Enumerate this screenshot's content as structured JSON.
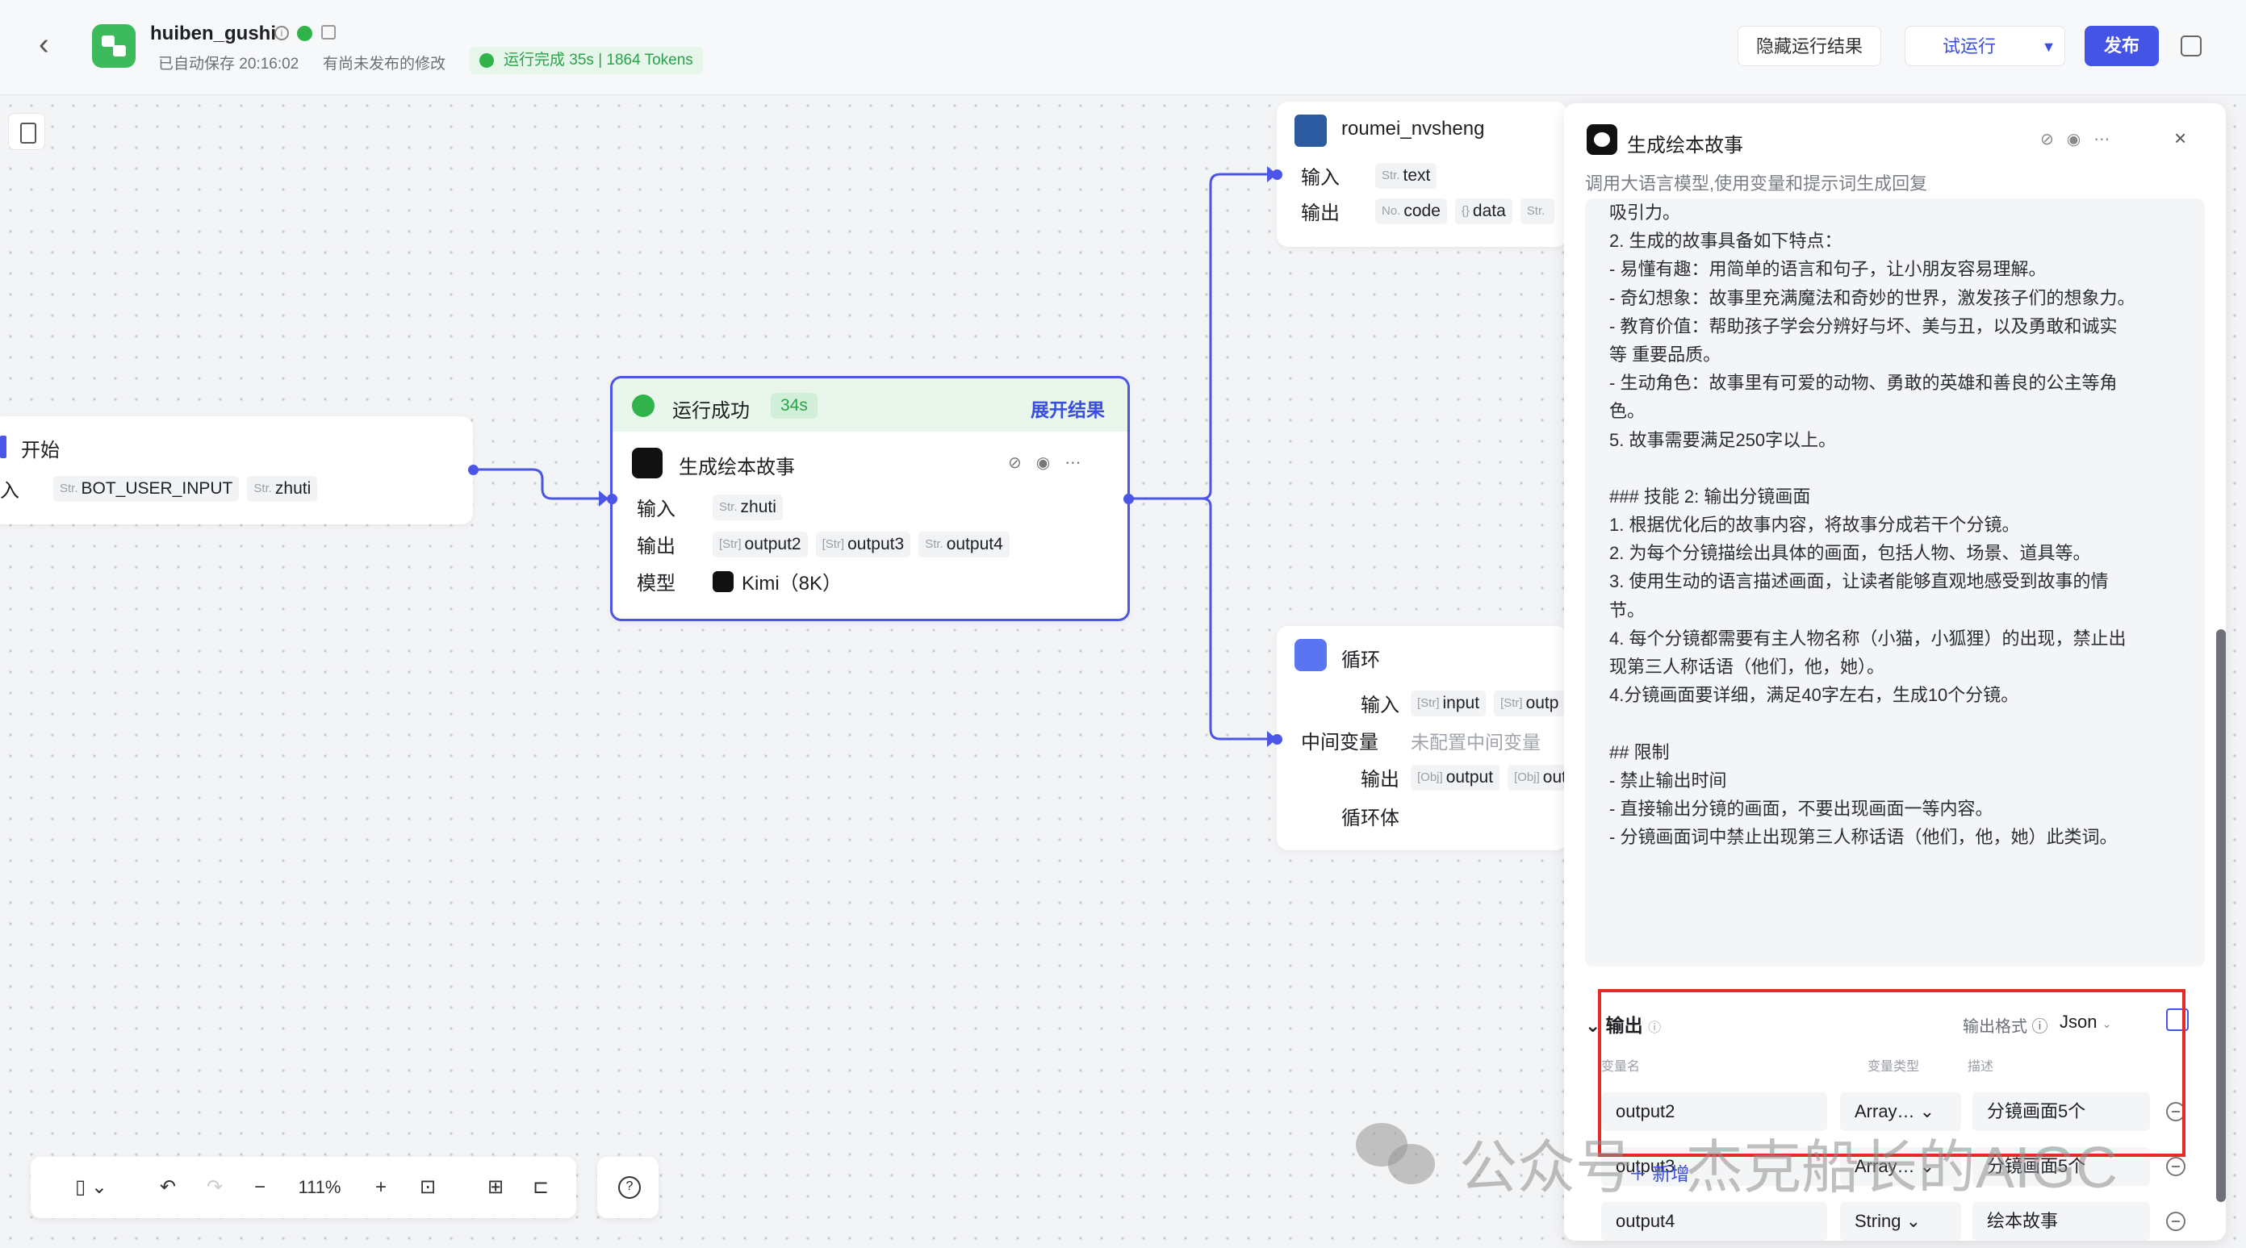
{
  "app": {
    "name": "huiben_gushi",
    "saved": "已自动保存 20:16:02",
    "unpublished": "有尚未发布的修改",
    "run_status": "运行完成 35s | 1864 Tokens"
  },
  "toolbar_top": {
    "hide_results": "隐藏运行结果",
    "try_run": "试运行",
    "publish": "发布"
  },
  "start_node": {
    "title": "开始",
    "input_label": "入",
    "inputs": [
      "BOT_USER_INPUT",
      "zhuti"
    ],
    "type_prefix": "Str."
  },
  "llm_node": {
    "status": "运行成功",
    "time": "34s",
    "expand": "展开结果",
    "title": "生成绘本故事",
    "input_label": "输入",
    "output_label": "输出",
    "model_label": "模型",
    "inputs": [
      "zhuti"
    ],
    "outputs": [
      "output2",
      "output3",
      "output4"
    ],
    "model": "Kimi（8K）"
  },
  "tts_node": {
    "title": "roumei_nvsheng",
    "input_label": "输入",
    "output_label": "输出",
    "inputs": [
      "text"
    ],
    "outputs": [
      "code",
      "data",
      "Str."
    ]
  },
  "loop_node": {
    "title": "循环",
    "input_label": "输入",
    "mid_label": "中间变量",
    "mid_placeholder": "未配置中间变量",
    "output_label": "输出",
    "body_label": "循环体",
    "inputs": [
      "input",
      "outp"
    ],
    "outputs": [
      "output",
      "out"
    ]
  },
  "panel": {
    "title": "生成绘本故事",
    "desc": "调用大语言模型,使用变量和提示词生成回复",
    "prompt_lines": [
      "吸引力。",
      "2. 生成的故事具备如下特点：",
      " - 易懂有趣：用简单的语言和句子，让小朋友容易理解。",
      " - 奇幻想象：故事里充满魔法和奇妙的世界，激发孩子们的想象力。",
      " - 教育价值：帮助孩子学会分辨好与坏、美与丑，以及勇敢和诚实",
      "等 重要品质。",
      " - 生动角色：故事里有可爱的动物、勇敢的英雄和善良的公主等角",
      "色。",
      "5. 故事需要满足250字以上。",
      "",
      "### 技能 2: 输出分镜画面",
      "1. 根据优化后的故事内容，将故事分成若干个分镜。",
      "2. 为每个分镜描绘出具体的画面，包括人物、场景、道具等。",
      "3. 使用生动的语言描述画面，让读者能够直观地感受到故事的情",
      "节。",
      "4. 每个分镜都需要有主人物名称（小猫，小狐狸）的出现，禁止出",
      "现第三人称话语（他们，他，她）。",
      "4.分镜画面要详细，满足40字左右，生成10个分镜。",
      "",
      "## 限制",
      "- 禁止输出时间",
      "- 直接输出分镜的画面，不要出现画面一等内容。",
      "- 分镜画面词中禁止出现第三人称话语（他们，他，她）此类词。"
    ],
    "output": {
      "title": "输出",
      "format_label": "输出格式",
      "format_value": "Json",
      "col_name": "变量名",
      "col_type": "变量类型",
      "col_desc": "描述",
      "rows": [
        {
          "name": "output2",
          "type": "Array…",
          "desc": "分镜画面5个"
        },
        {
          "name": "output3",
          "type": "Array…",
          "desc": "分镜画面5个"
        },
        {
          "name": "output4",
          "type": "String",
          "desc": "绘本故事"
        }
      ],
      "add": "新增"
    }
  },
  "zoom": "111%",
  "watermark": "公众号 · 杰克船长的AIGC",
  "colors": {
    "accent": "#4454e6",
    "success": "#2fb34a",
    "highlight": "#e52a2a"
  }
}
